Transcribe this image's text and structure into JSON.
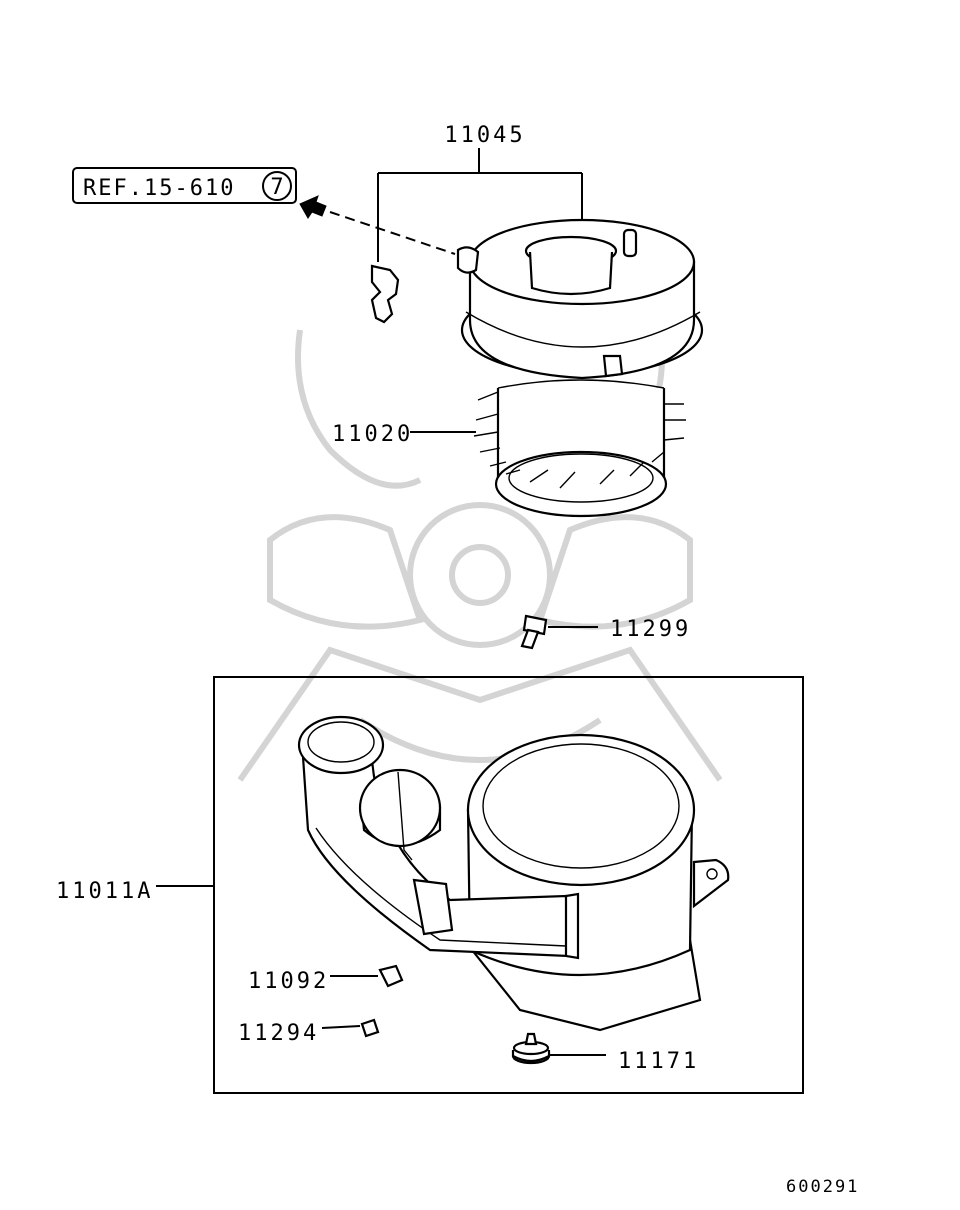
{
  "reference": {
    "text": "REF.15-610",
    "circled_number": "7"
  },
  "part_labels": [
    {
      "id": "housing-cover",
      "number": "11045"
    },
    {
      "id": "element",
      "number": "11020"
    },
    {
      "id": "bolt",
      "number": "11299"
    },
    {
      "id": "housing-body",
      "number": "11011A"
    },
    {
      "id": "nut",
      "number": "11092"
    },
    {
      "id": "grommet",
      "number": "11294"
    },
    {
      "id": "mount",
      "number": "11171"
    }
  ],
  "diagram_code": "600291",
  "colors": {
    "line": "#000000",
    "background": "#ffffff",
    "watermark": "#d4d4d4"
  }
}
